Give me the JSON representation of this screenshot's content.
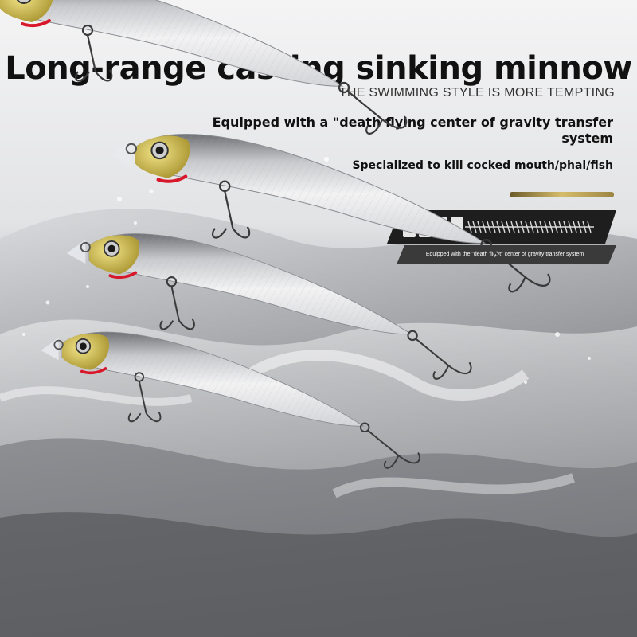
{
  "title": "Long-range casting sinking minnow",
  "subtitle": "THE SWIMMING STYLE IS MORE TEMPTING",
  "features": [
    "Equipped with a \"death flying center of gravity transfer system",
    "Specialized to kill cocked mouth/phal/fish"
  ],
  "diagram": {
    "caption": "Equipped with the \"death flight\" center of gravity transfer system"
  },
  "colors": {
    "title": "#111111",
    "accent_gold": "#c8ad5c",
    "lure_head": "#c9b84a",
    "gill_red": "#d8182a",
    "panel_dark": "#2a2a2a"
  }
}
